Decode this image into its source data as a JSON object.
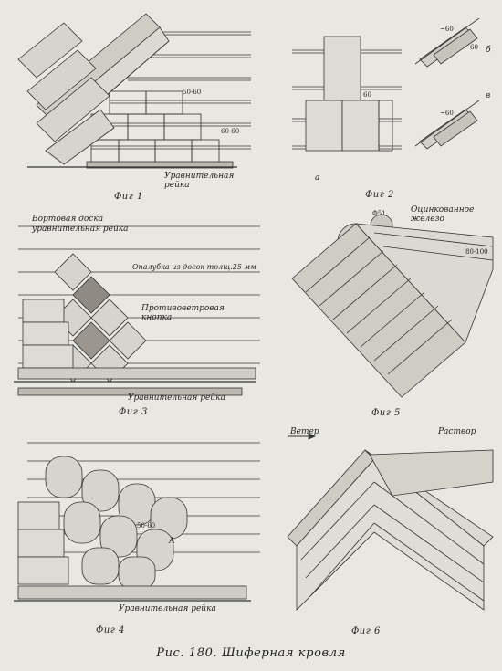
{
  "title": "Рис. 180. Шиферная кровля",
  "fig1": {
    "caption": "Фиг 1",
    "dim1": "50-60",
    "dim2": "60-60",
    "label_batten": "Уравнительная рейка"
  },
  "fig2": {
    "caption": "Фиг 2",
    "sub_a": "а",
    "sub_b": "б",
    "sub_v": "в",
    "dim1": "60",
    "dim2": "~60",
    "dim3": "60",
    "dim4": "~60"
  },
  "fig3": {
    "caption": "Фиг 3",
    "label_board": "Вортовая доска",
    "label_batten_top": "уравнительная рейка",
    "label_sheathing": "Опалубка из досок толщ.25 мм",
    "label_clamp": "Противоветровая кнопка",
    "label_batten": "Уравнительная рейка"
  },
  "fig4": {
    "caption": "Фиг 4",
    "dim": "50-60",
    "mark": "А",
    "label_batten": "Уравнительная рейка"
  },
  "fig5": {
    "caption": "Фиг 5",
    "dim_diam": "Ф51",
    "label_zinc": "Оцинкованное железо",
    "dim": "80-100"
  },
  "fig6": {
    "caption": "Фиг 6",
    "label_wind": "Ветер",
    "label_mortar": "Раствор"
  }
}
